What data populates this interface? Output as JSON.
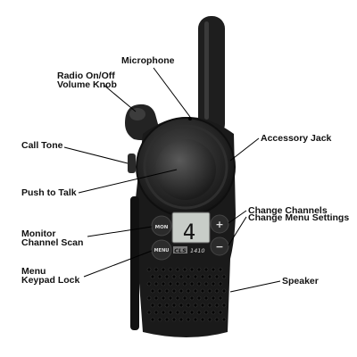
{
  "callouts": {
    "radio_onoff": [
      "Radio On/Off",
      "Volume Knob"
    ],
    "microphone": "Microphone",
    "accessory_jack": "Accessory Jack",
    "call_tone": "Call Tone",
    "push_to_talk": "Push to Talk",
    "change_channels": "Change Channels",
    "change_menu_settings": "Change Menu Settings",
    "monitor_scan": [
      "Monitor",
      "Channel Scan"
    ],
    "menu_keypad": [
      "Menu",
      "Keypad Lock"
    ],
    "speaker": "Speaker"
  },
  "device": {
    "display_digit": "4",
    "brand": "CLS",
    "model": "1410",
    "mon_button": "MON",
    "menu_button": "MENU",
    "plus_button": "+",
    "minus_button": "−"
  },
  "colors": {
    "body": "#1a1a1a",
    "display": "#c8cdc8",
    "leader_line": "#000000"
  }
}
